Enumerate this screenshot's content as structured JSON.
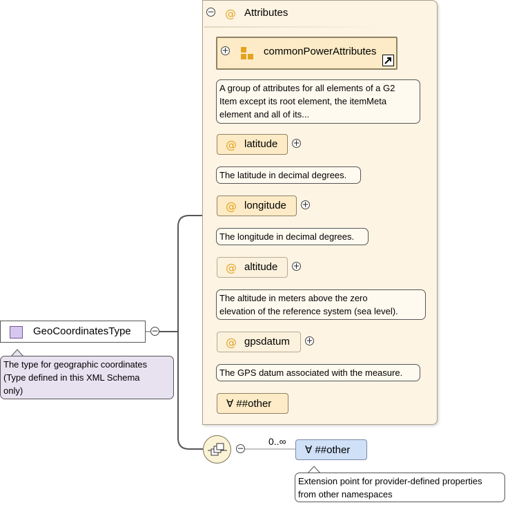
{
  "root": {
    "type_label": "GeoCoordinatesType",
    "type_note": [
      "The type for geographic coordinates",
      "(Type defined in this XML Schema",
      "only)"
    ]
  },
  "attributes": {
    "title": "Attributes",
    "group": {
      "label": "commonPowerAttributes",
      "note": [
        "A group of attributes for all elements of a G2",
        "Item except its root element, the itemMeta",
        "element and all of its..."
      ]
    },
    "items": [
      {
        "label": "latitude",
        "note": [
          "The latitude in decimal degrees."
        ]
      },
      {
        "label": "longitude",
        "note": [
          "The longitude in decimal degrees."
        ]
      },
      {
        "label": "altitude",
        "note": [
          "The altitude in meters above the zero",
          "elevation of the reference system (sea level)."
        ]
      },
      {
        "label": "gpsdatum",
        "note": [
          "The GPS datum associated with the measure."
        ]
      }
    ],
    "any_attribute": "∀ ##other"
  },
  "sequence": {
    "cardinality": "0..∞",
    "any_label": "∀ ##other",
    "any_note": [
      "Extension point for provider-defined properties",
      "from other namespaces"
    ]
  },
  "icons": {
    "attribute": "at-sign-icon",
    "collapse": "minus-circle-icon",
    "expand": "plus-circle-icon",
    "type": "complex-type-icon",
    "group": "attribute-group-icon",
    "reference": "reference-arrow-icon",
    "sequence": "sequence-compositor-icon"
  },
  "colors": {
    "attribute_fill": "#fcebc6",
    "panel_fill": "#fdf4e3",
    "type_icon": "#d7c6ef",
    "type_note": "#e7e1f0",
    "any_element_fill": "#cfe0f7",
    "accent": "#e3a320"
  }
}
